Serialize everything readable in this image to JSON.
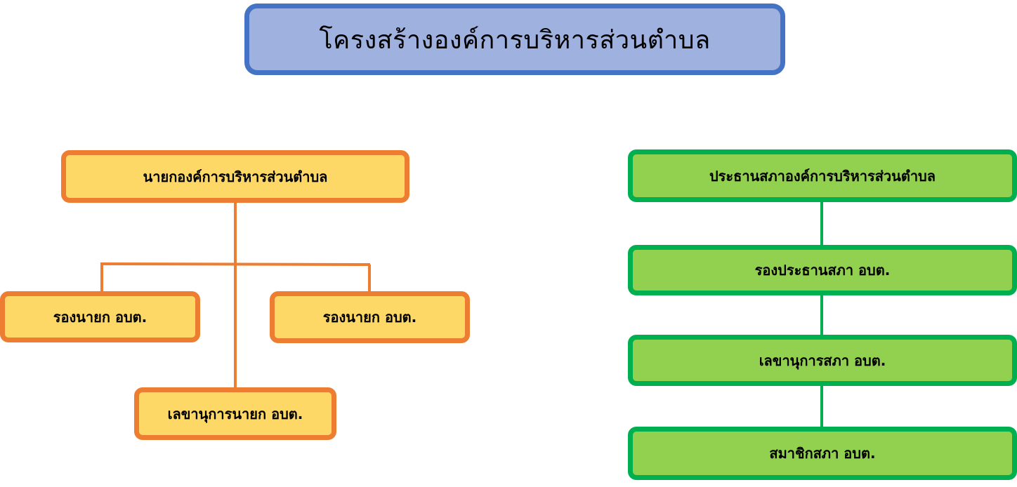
{
  "diagram": {
    "title": "โครงสร้างองค์การบริหารส่วนตำบล",
    "executive": {
      "head": "นายกองค์การบริหารส่วนตำบล",
      "deputy_left": "รองนายก อบต.",
      "deputy_right": "รองนายก อบต.",
      "secretary": "เลขานุการนายก อบต."
    },
    "council": {
      "chair": "ประธานสภาองค์การบริหารส่วนตำบล",
      "vice_chair": "รองประธานสภา อบต.",
      "secretary": "เลขานุการสภา อบต.",
      "members": "สมาชิกสภา อบต."
    },
    "colors": {
      "title_fill": "#9fb1df",
      "title_border": "#4472c4",
      "executive_fill": "#fdd866",
      "executive_border": "#ed7d31",
      "council_fill": "#92d050",
      "council_border": "#00b050"
    }
  }
}
